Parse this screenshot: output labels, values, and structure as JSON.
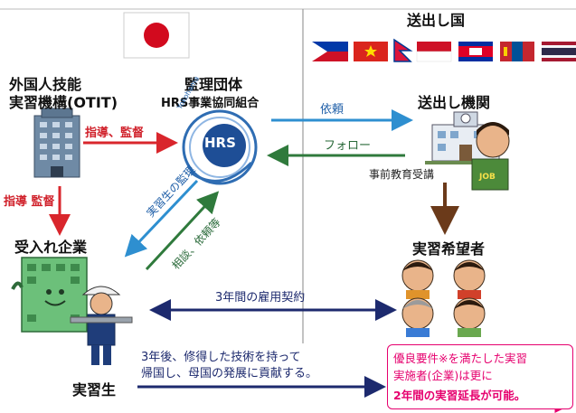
{
  "header": {
    "sending_countries": "送出し国"
  },
  "nodes": {
    "otit_line1": "外国人技能",
    "otit_line2": "実習機構(OTIT)",
    "supervisor": "監理団体",
    "hrs_name": "HRS事業協同組合",
    "hrs_logo": "HRS",
    "hrs_logo_top": "Yokohama",
    "sending_org": "送出し機関",
    "company": "受入れ企業",
    "applicants": "実習希望者",
    "trainee": "実習生"
  },
  "arrows": {
    "guidance_supervision": "指導、監督",
    "guidance_supervision_vertical": "指導 監督",
    "request": "依頼",
    "follow": "フォロー",
    "pre_education": "事前教育受講",
    "trainee_supervision": "実習生の監理",
    "consult_request": "相談、依頼等",
    "employment": "3年間の雇用契約",
    "return_line1": "3年後、修得した技術を持って",
    "return_line2": "帰国し、母国の発展に貢献する。"
  },
  "note": {
    "line1": "優良要件※を満たした実習",
    "line2": "実施者(企業)は更に",
    "line3": "2年間の実習延長が可能。"
  },
  "colors": {
    "red_arrow": "#d9262c",
    "blue_arrow": "#2e8fd0",
    "green_arrow": "#2f7a3c",
    "navy_arrow": "#1d2a6e",
    "brown_arrow": "#6b3a1a",
    "pink_accent": "#e6006e"
  },
  "flags": [
    "japan-flag-icon",
    "philippines-flag-icon",
    "vietnam-flag-icon",
    "nepal-flag-icon",
    "indonesia-flag-icon",
    "cambodia-flag-icon",
    "mongolia-flag-icon",
    "thailand-flag-icon"
  ]
}
